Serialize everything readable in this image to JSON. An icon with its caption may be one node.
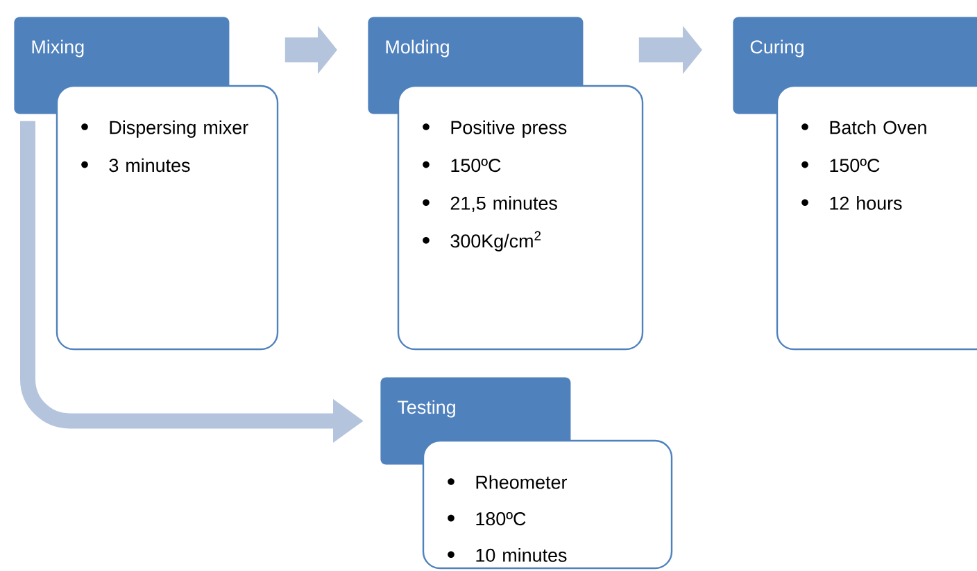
{
  "diagram": {
    "nodes": [
      {
        "text": [
          "Mixing",
          "Dispersing mixer",
          "3 minutes"
        ]
      },
      {
        "text": [
          "Molding",
          "Positive press",
          "150ºC",
          "21,5 minutes",
          "300Kg/cm$^{2}$"
        ]
      },
      {
        "text": [
          "Curing",
          "Batch Oven",
          "150ºC",
          "12 hours"
        ]
      },
      {
        "text": [
          "Testing",
          "Rheometer",
          "180ºC",
          "10 minutes"
        ]
      }
    ],
    "edges": [
      {
        "from": 0,
        "to": 1,
        "arrow": "to"
      },
      {
        "from": 1,
        "to": 2,
        "arrow": "to"
      },
      {
        "from": 0,
        "to": 3,
        "arrow": "to"
      }
    ]
  }
}
